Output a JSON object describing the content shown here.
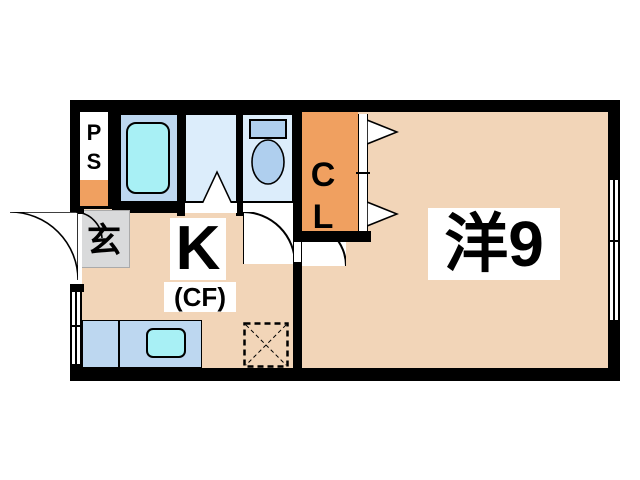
{
  "plan": {
    "title": "apartment-floor-plan",
    "background": "#FFFFFF",
    "wall_color": "#000000",
    "floor_color": "#F2D5B8",
    "closet_color": "#F0A060",
    "tub_water_color": "#A8F0F5",
    "tub_room_color": "#BDD7F0",
    "washroom_color": "#DCEDFB",
    "toilet_fixture_color": "#AFCFEE",
    "sink_counter_color": "#BDD7F0",
    "sink_basin_color": "#A8F0F5",
    "genkan_color": "#D9DADB",
    "ps_color": "#FFFFFF"
  },
  "rooms": {
    "main_room": {
      "label": "洋9",
      "name": "western-style-room"
    },
    "kitchen": {
      "label": "K",
      "flooring_label": "(CF)",
      "name": "kitchen"
    },
    "closet": {
      "label": "CL",
      "label_line1": "C",
      "label_line2": "L",
      "name": "closet"
    },
    "entrance": {
      "label": "玄",
      "name": "genkan-entrance"
    },
    "pipe_shaft": {
      "label": "PS",
      "label_line1": "P",
      "label_line2": "S",
      "name": "pipe-shaft"
    },
    "bath": {
      "label": "",
      "name": "bathroom-with-tub"
    },
    "washroom": {
      "label": "",
      "name": "washroom"
    },
    "toilet": {
      "label": "",
      "name": "toilet"
    }
  },
  "fixtures": [
    {
      "name": "bathtub",
      "type": "tub"
    },
    {
      "name": "toilet-fixture",
      "type": "toilet"
    },
    {
      "name": "kitchen-sink",
      "type": "sink"
    },
    {
      "name": "kitchen-counter",
      "type": "counter"
    },
    {
      "name": "washing-machine-space",
      "type": "dashed-square-x"
    }
  ],
  "openings": [
    {
      "name": "entrance-door",
      "type": "swing-door-outward"
    },
    {
      "name": "washroom-door",
      "type": "swing-door"
    },
    {
      "name": "toilet-door",
      "type": "swing-door"
    },
    {
      "name": "kitchen-to-room-door",
      "type": "swing-door"
    },
    {
      "name": "closet-door-upper",
      "type": "folding-door"
    },
    {
      "name": "closet-door-lower",
      "type": "folding-door"
    },
    {
      "name": "main-room-window",
      "type": "sliding-window"
    },
    {
      "name": "kitchen-window",
      "type": "sliding-window"
    }
  ]
}
